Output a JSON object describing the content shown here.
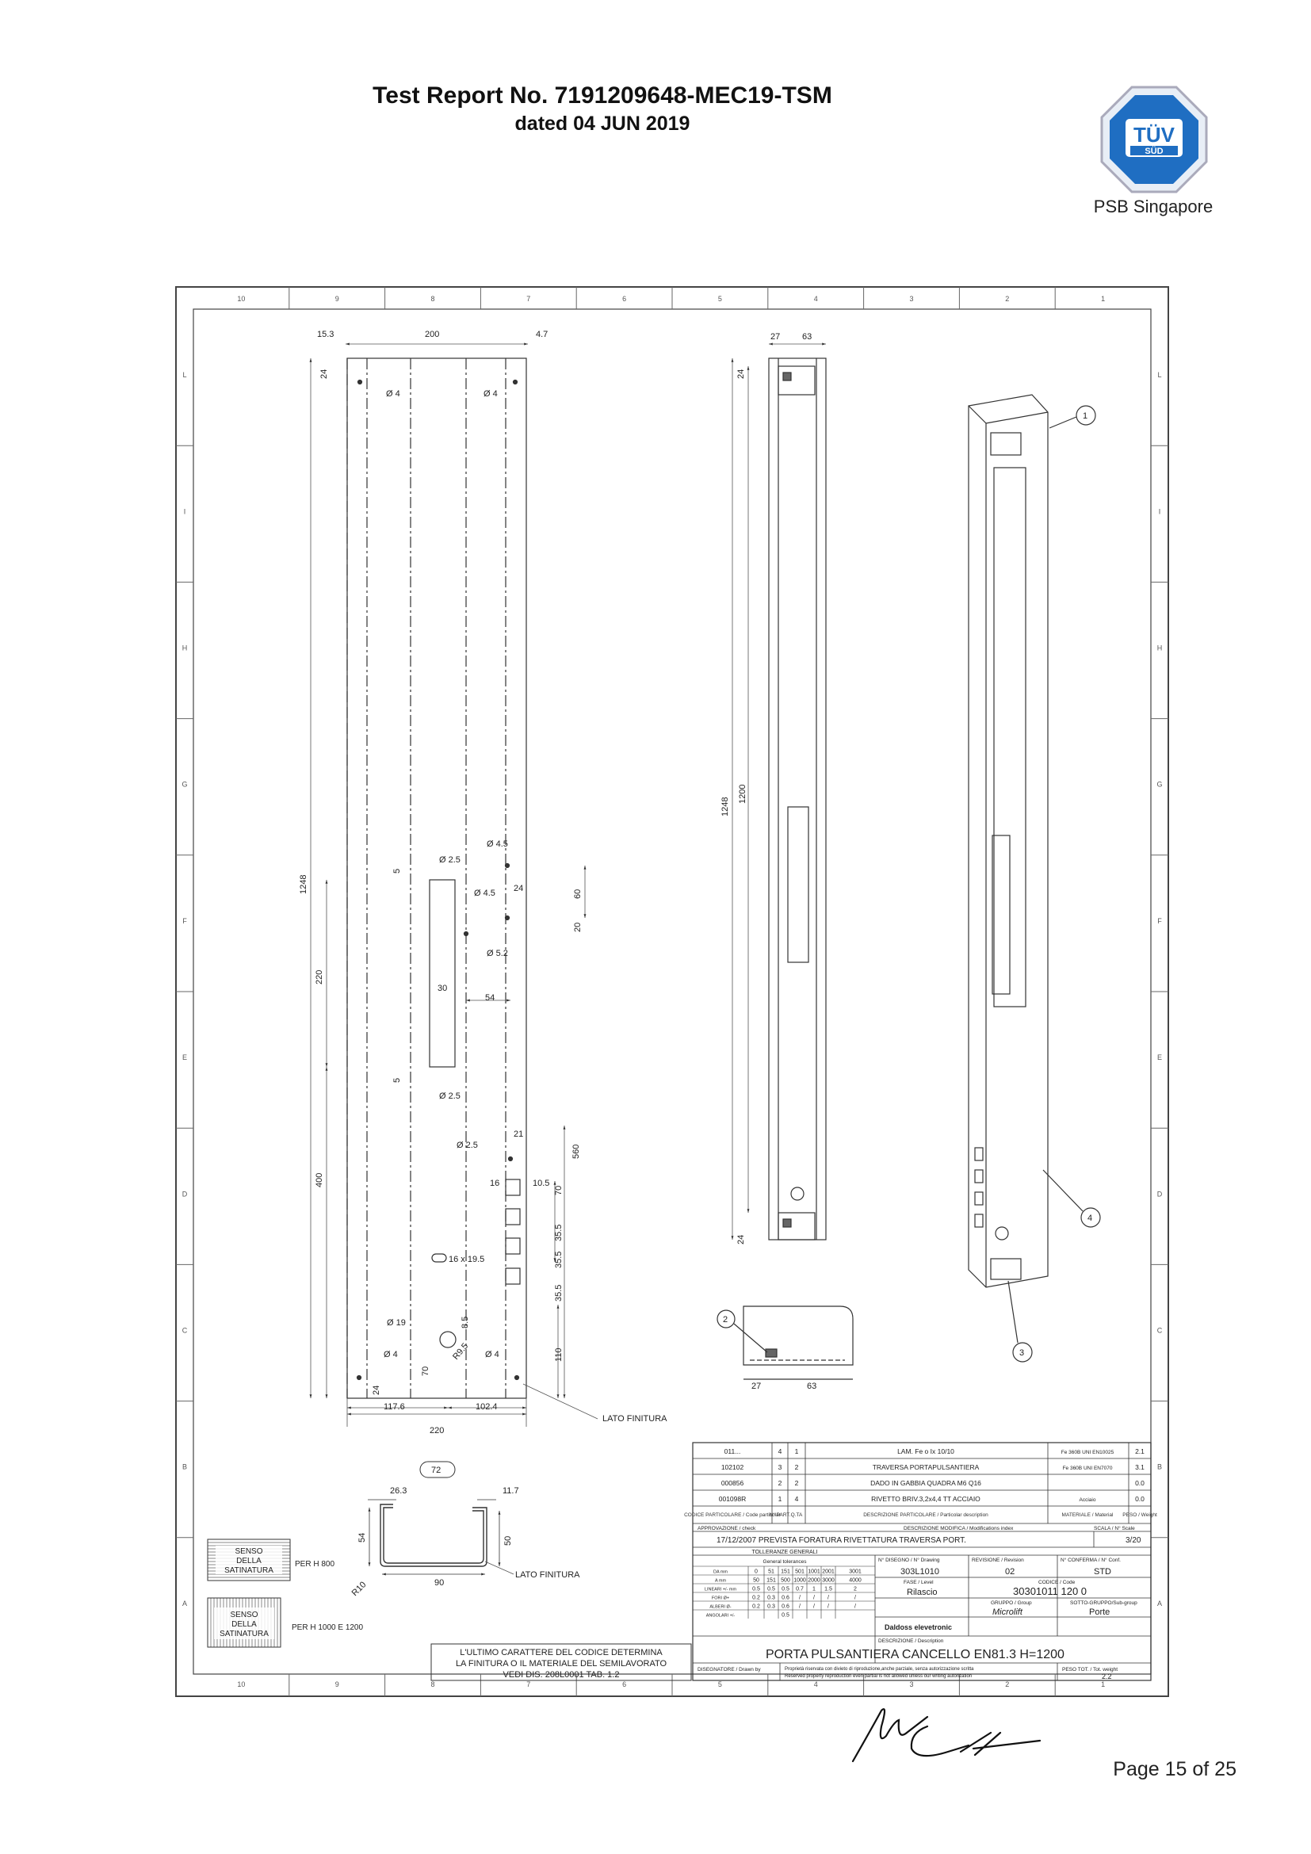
{
  "header": {
    "title": "Test Report No. 7191209648-MEC19-TSM",
    "date": "dated 04 JUN 2019"
  },
  "logo": {
    "brand_top": "TÜV",
    "brand_bottom": "SÜD",
    "org": "PSB Singapore",
    "color": "#1f6ec2"
  },
  "page": {
    "number": "Page 15 of 25"
  },
  "drawing": {
    "border_cols": [
      "10",
      "9",
      "8",
      "7",
      "6",
      "5",
      "4",
      "3",
      "2",
      "1"
    ],
    "border_rows": [
      "L",
      "I",
      "H",
      "G",
      "F",
      "E",
      "D",
      "C",
      "B",
      "A"
    ],
    "front_dims": {
      "d153": "15.3",
      "d200": "200",
      "d47": "4.7",
      "d24a": "24",
      "d4a": "Ø 4",
      "d4b": "Ø 4",
      "d1248": "1248",
      "d220v": "220",
      "d400": "400",
      "d25a": "Ø 2.5",
      "d5a": "5",
      "d45a": "Ø 4.5",
      "d45b": "Ø 4.5",
      "d24b": "24",
      "d60": "60",
      "d20": "20",
      "d52": "Ø 5.2",
      "d30": "30",
      "d54": "54",
      "d5b": "5",
      "d25b": "Ø 2.5",
      "d21": "21",
      "d25c": "Ø 2.5",
      "d560": "560",
      "d16": "16",
      "d105": "10.5",
      "d70a": "70",
      "d355a": "35.5",
      "d355b": "35.5",
      "d355c": "35.5",
      "slot": "16 x 19.5",
      "d19": "Ø 19",
      "d85": "8.5",
      "d4c": "Ø 4",
      "d4d": "Ø 4",
      "r95": "R9.5",
      "d70b": "70",
      "d110": "110",
      "d24c": "24",
      "d1176": "117.6",
      "d1024": "102.4",
      "d220h": "220",
      "lato": "LATO FINITURA"
    },
    "side_dims": {
      "d27": "27",
      "d63": "63",
      "d24t": "24",
      "d24b": "24",
      "d1248": "1248",
      "d1200": "1200"
    },
    "detail_dims": {
      "d27": "27",
      "d63": "63",
      "callout": "2"
    },
    "iso_callouts": {
      "c1": "1",
      "c3": "3",
      "c4": "4"
    },
    "section": {
      "d263": "26.3",
      "d117": "11.7",
      "d72": "72",
      "d54": "54",
      "d50": "50",
      "d90": "90",
      "r10": "R10",
      "lato": "LATO FINITURA"
    },
    "satin": {
      "box1": [
        "SENSO",
        "DELLA",
        "SATINATURA"
      ],
      "label1": "PER H 800",
      "box2": [
        "SENSO",
        "DELLA",
        "SATINATURA"
      ],
      "label2": "PER H 1000 E 1200"
    },
    "note": [
      "L'ULTIMO CARATTERE DEL CODICE DETERMINA",
      "LA FINITURA O IL MATERIALE DEL SEMILAVORATO",
      "VEDI DIS. 208L0001 TAB. 1.2"
    ]
  },
  "title_block": {
    "parts": [
      {
        "code": "011...",
        "item": "4",
        "qty": "1",
        "desc": "LAM. Fe o Ix 10/10",
        "material": "Fe 360B UNI EN10025",
        "weight": "2.1"
      },
      {
        "code": "102102",
        "item": "3",
        "qty": "2",
        "desc": "TRAVERSA PORTAPULSANTIERA",
        "material": "Fe 360B UNI EN7070",
        "weight": "3.1"
      },
      {
        "code": "000856",
        "item": "2",
        "qty": "2",
        "desc": "DADO IN GABBIA QUADRA M6 Q16",
        "material": "",
        "weight": "0.0"
      },
      {
        "code": "001098R",
        "item": "1",
        "qty": "4",
        "desc": "RIVETTO BRIV.3,2x4,4 TT ACCIAIO",
        "material": "Acciaio",
        "weight": "0.0"
      }
    ],
    "parts_header": {
      "code": "CODICE PARTICOLARE / Code particolar",
      "item": "N° PART.",
      "qty": "Q.TA",
      "desc": "DESCRIZIONE PARTICOLARE / Particolar description",
      "material": "MATERIALE / Material",
      "weight": "PESO / Weight"
    },
    "approval_label": "APPROVAZIONE / check",
    "modif_label": "DESCRIZIONE MODIFICA / Modifications index",
    "scale_label": "SCALA / N° Scale",
    "modification": "17/12/2007 PREVISTA FORATURA RIVETTATURA TRAVERSA PORT.",
    "scale": "3/20",
    "tolerance_title": "TOLLERANZE GENERALI",
    "tolerance_sub": "General tolerances",
    "tolerance_rows": [
      [
        "DA mm",
        "0",
        "51",
        "151",
        "501",
        "1001",
        "2001",
        "3001"
      ],
      [
        "A mm",
        "50",
        "151",
        "500",
        "1000",
        "2000",
        "3000",
        "4000"
      ],
      [
        "LINEARI +/- mm",
        "0.5",
        "0.5",
        "0.5",
        "0.7",
        "1",
        "1.5",
        "2"
      ],
      [
        "FORI Ø+",
        "0.2",
        "0.3",
        "0.6",
        "/",
        "/",
        "/",
        "/"
      ],
      [
        "ALBERI Ø-",
        "0.2",
        "0.3",
        "0.6",
        "/",
        "/",
        "/",
        "/"
      ],
      [
        "ANGOLARI +/-",
        "",
        "",
        "0.5",
        "",
        "",
        "",
        ""
      ]
    ],
    "drawing_no_label": "N° DISEGNO / N° Drawing",
    "drawing_no": "303L1010",
    "revision_label": "REVISIONE / Revision",
    "revision": "02",
    "conf_label": "N° CONFERMA / N° Conf.",
    "conf": "STD",
    "phase_label": "FASE / Level",
    "phase": "Rilascio",
    "code_label": "CODICE / Code",
    "code": "30301011 120 0",
    "group_label": "GRUPPO / Group",
    "group": "Microlift",
    "subgroup_label": "SOTTO-GRUPPO/Sub-group",
    "subgroup": "Porte",
    "brand": "Daldoss elevetronic",
    "desc_label": "DESCRIZIONE / Description",
    "description": "PORTA PULSANTIERA CANCELLO EN81.3 H=1200",
    "designer_label": "DISEGNATORE / Drawn by",
    "rights_it": "Proprietà riservata con divieto di riproduzione,anche parziale, senza autorizzazione scritta",
    "rights_en": "Reserved property reproduction even partial is not allowed unless our writing autorization",
    "weight_label": "PESO TOT. / Tot. weight",
    "weight": "2.2"
  }
}
